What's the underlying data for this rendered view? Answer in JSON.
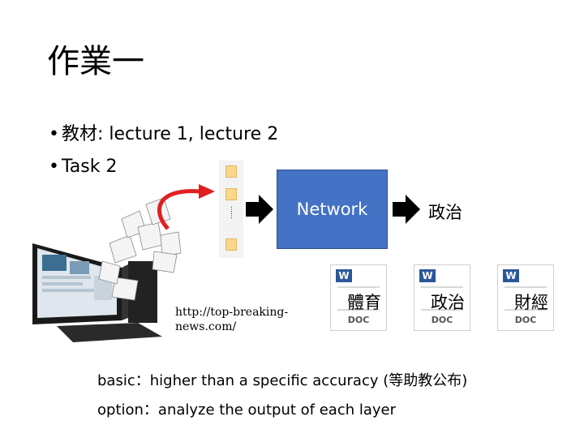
{
  "slide": {
    "title": "作業一",
    "bullets": [
      {
        "text": "教材: lecture 1, lecture 2"
      },
      {
        "text": "Task 2"
      }
    ],
    "diagram": {
      "network_label": "Network",
      "output_label": "政治",
      "ellipsis": "……",
      "documents": [
        {
          "badge": "W",
          "label": "體育",
          "type": "DOC"
        },
        {
          "badge": "W",
          "label": "政治",
          "type": "DOC"
        },
        {
          "badge": "W",
          "label": "財經",
          "type": "DOC"
        }
      ],
      "source_url": "http://top-breaking-news.com/"
    },
    "notes": {
      "basic": "basic：higher than a specific accuracy (等助教公布)",
      "option": "option：analyze the output of each layer"
    }
  },
  "colors": {
    "network_fill": "#4472c4",
    "arrow_red": "#e02020",
    "vector_cell": "#fbd68b",
    "word_blue": "#2b579a"
  }
}
